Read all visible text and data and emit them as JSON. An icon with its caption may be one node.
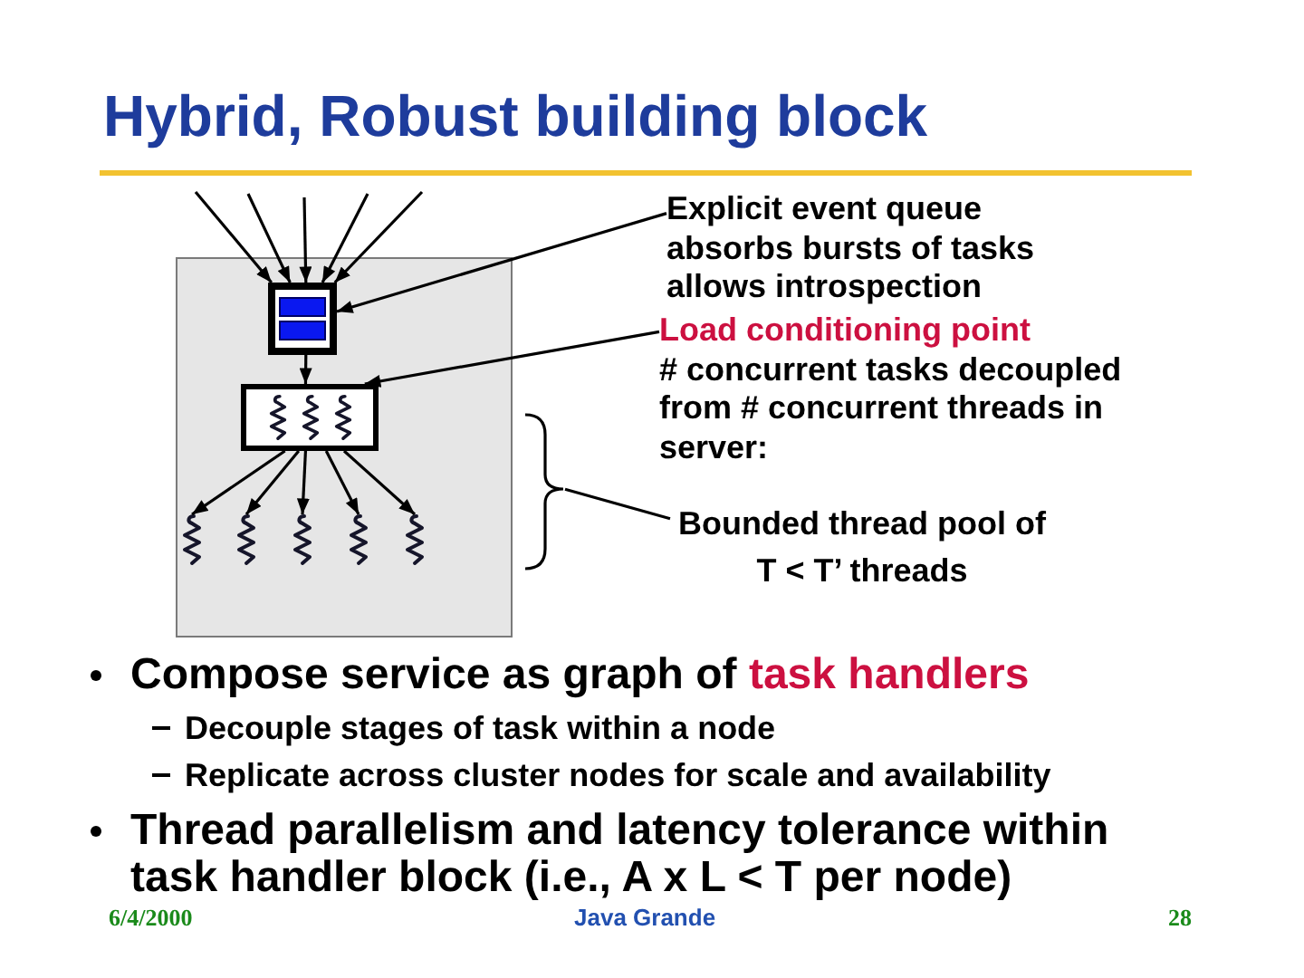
{
  "diagram": {
    "title": "Hybrid, Robust building block",
    "nodes": [
      {
        "text": [],
        "shape": "box"
      },
      {
        "text": [],
        "shape": "box",
        "in": 0
      },
      {
        "text": [],
        "shape": "box",
        "in": 0
      },
      {
        "text": [],
        "shape": "picture",
        "in": 0
      },
      {
        "text": [],
        "shape": "picture",
        "in": 0
      },
      {
        "text": [],
        "shape": "picture",
        "in": 0
      },
      {
        "text": [],
        "shape": "picture",
        "in": 0
      },
      {
        "text": [],
        "shape": "picture",
        "in": 0
      },
      {
        "text": [],
        "shape": "brace"
      },
      {
        "text": [
          "Explicit event queue",
          "absorbs bursts of tasks",
          "allows introspection"
        ]
      },
      {
        "text": [
          "Load conditioning point",
          "# concurrent tasks decoupled from # concurrent threads in server:"
        ]
      },
      {
        "text": [
          "Bounded thread pool of T < T’ threads"
        ]
      }
    ],
    "edges": [
      {
        "from": null,
        "to": 1,
        "arrow": "to"
      },
      {
        "from": null,
        "to": 1,
        "arrow": "to"
      },
      {
        "from": null,
        "to": 1,
        "arrow": "to"
      },
      {
        "from": null,
        "to": 1,
        "arrow": "to"
      },
      {
        "from": null,
        "to": 1,
        "arrow": "to"
      },
      {
        "from": 1,
        "to": 2,
        "arrow": "to"
      },
      {
        "from": 2,
        "to": 3,
        "arrow": "to"
      },
      {
        "from": 2,
        "to": 4,
        "arrow": "to"
      },
      {
        "from": 2,
        "to": 5,
        "arrow": "to"
      },
      {
        "from": 2,
        "to": 6,
        "arrow": "to"
      },
      {
        "from": 2,
        "to": 7,
        "arrow": "to"
      },
      {
        "from": 9,
        "to": 1,
        "arrow": "to"
      },
      {
        "from": 10,
        "to": 2,
        "arrow": "to"
      },
      {
        "from": 11,
        "to": 8,
        "arrow": "none"
      }
    ],
    "labels": [
      "Compose service as graph of **task handlers**",
      "Decouple stages of task within a node",
      "Replicate across cluster nodes for scale and availability",
      "Thread parallelism and latency tolerance within task handler block (i.e., A x L < T per node)",
      "6/4/2000",
      "Java Grande",
      "28"
    ]
  }
}
